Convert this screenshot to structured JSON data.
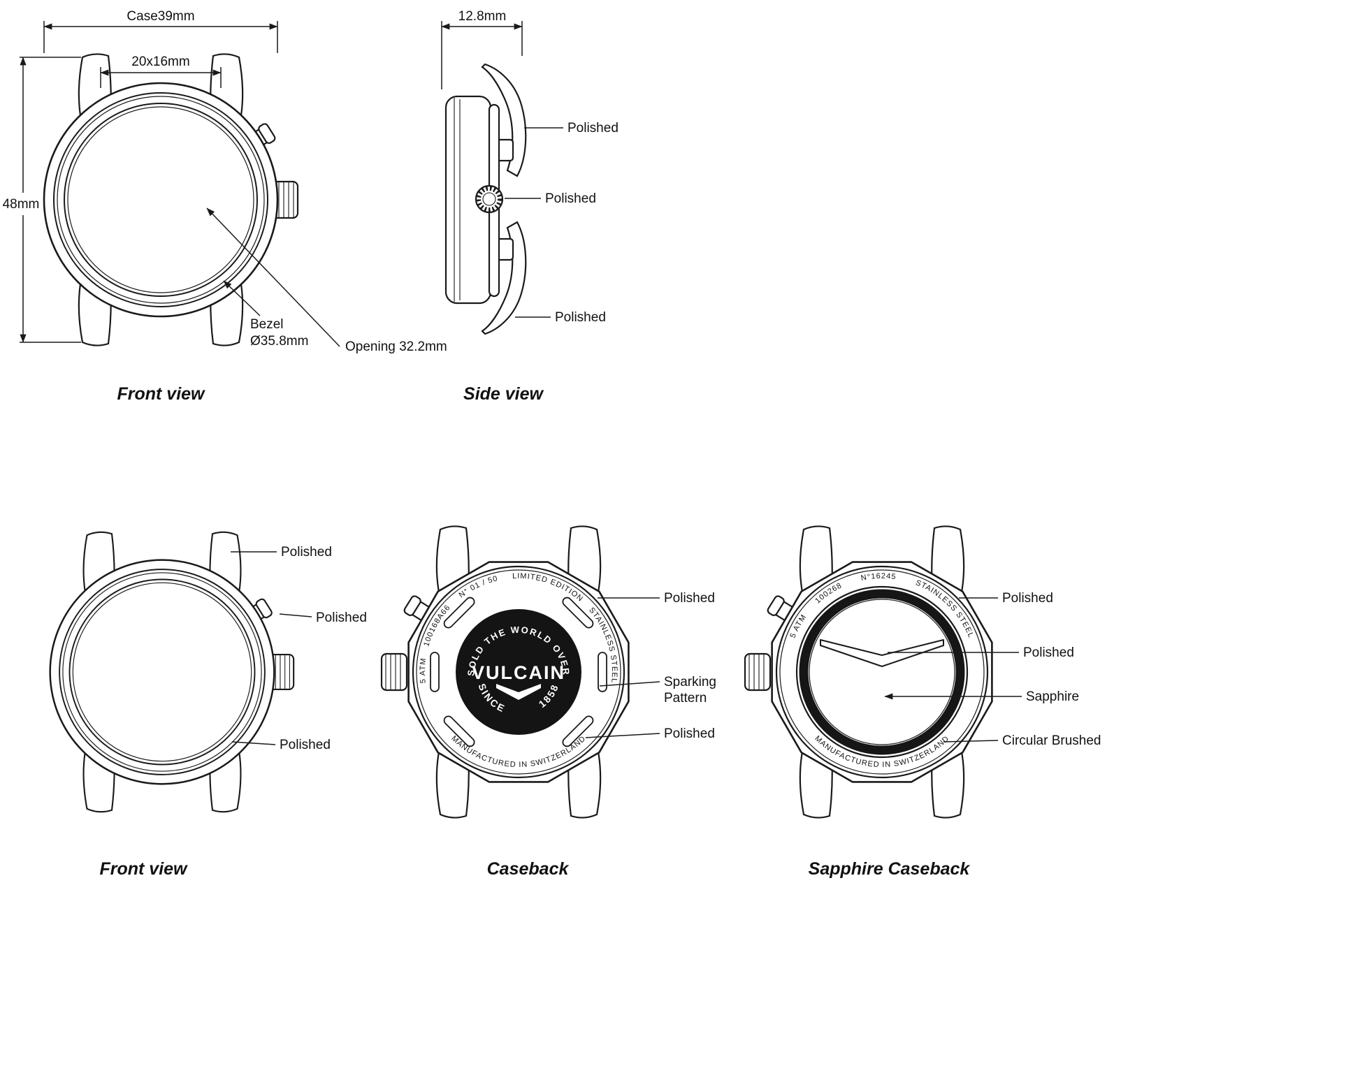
{
  "colors": {
    "line": "#1a1a1a",
    "medallion": "#141414",
    "background": "#ffffff"
  },
  "front_top": {
    "caption": "Front view",
    "dim_case": "Case39mm",
    "dim_window": "20x16mm",
    "dim_lug_to_lug": "48mm",
    "bezel_label_line1": "Bezel",
    "bezel_label_line2": "Ø35.8mm",
    "opening_label": "Opening 32.2mm"
  },
  "side": {
    "caption": "Side view",
    "dim_thickness": "12.8mm",
    "label_top_lug": "Polished",
    "label_crown": "Polished",
    "label_bottom_lug": "Polished"
  },
  "front_bottom": {
    "caption": "Front view",
    "label_lug": "Polished",
    "label_pusher": "Polished",
    "label_bezel": "Polished"
  },
  "caseback": {
    "caption": "Caseback",
    "label_rim": "Polished",
    "label_pattern_line1": "Sparking",
    "label_pattern_line2": "Pattern",
    "label_bottom_rim": "Polished",
    "ring_top": "5 ATM    100168A66     N° 01 / 50     LIMITED EDITION    STAINLESS STEEL",
    "ring_bottom": "MANUFACTURED IN SWITZERLAND",
    "medallion_arc_top": "SOLD THE WORLD OVER",
    "medallion_brand": "VULCAIN",
    "medallion_arc_bottom": "SINCE         1858"
  },
  "sapphire": {
    "caption": "Sapphire Caseback",
    "label_rim": "Polished",
    "label_logo": "Polished",
    "label_crystal": "Sapphire",
    "label_ring": "Circular Brushed",
    "ring_top": "5 ATM      100268       N°16245       STAINLESS STEEL",
    "ring_bottom": "MANUFACTURED IN SWITZERLAND"
  }
}
